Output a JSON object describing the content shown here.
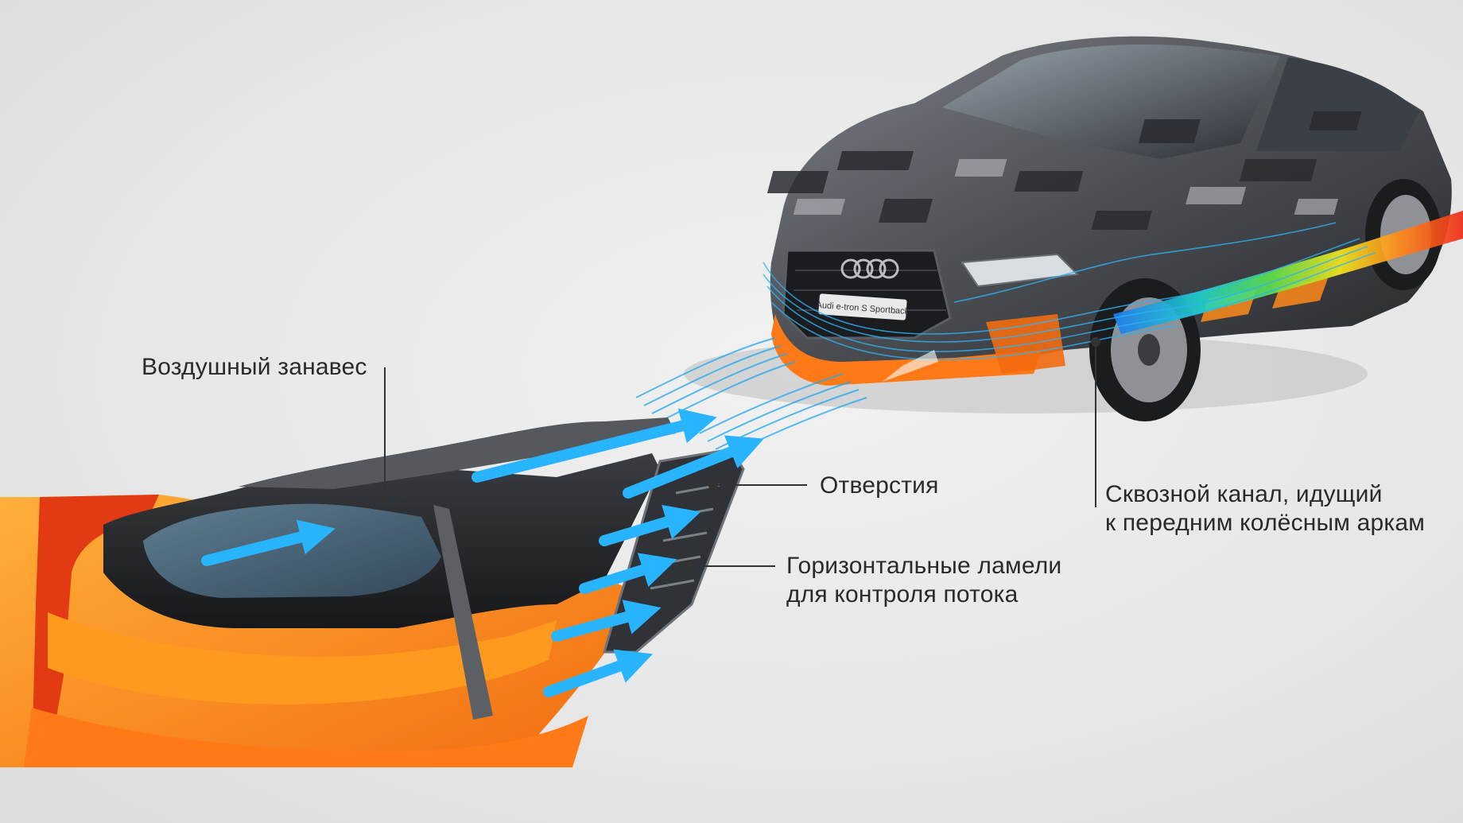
{
  "labels": {
    "air_curtain": "Воздушный занавес",
    "holes": "Отверстия",
    "lamels_line1": "Горизонтальные ламели",
    "lamels_line2": "для контроля потока",
    "duct_line1": "Сквозной канал, идущий",
    "duct_line2": "к передним колёсным аркам"
  },
  "car": {
    "plate_text": "Audi e-tron S Sportback"
  },
  "colors": {
    "background": "#e6e6e6",
    "airflow_blue": "#1ea7f0",
    "bumper_orange": "#ff8a1a",
    "bumper_red": "#e23a12",
    "bumper_dark": "#2b2d30",
    "leader_line": "#333333"
  }
}
